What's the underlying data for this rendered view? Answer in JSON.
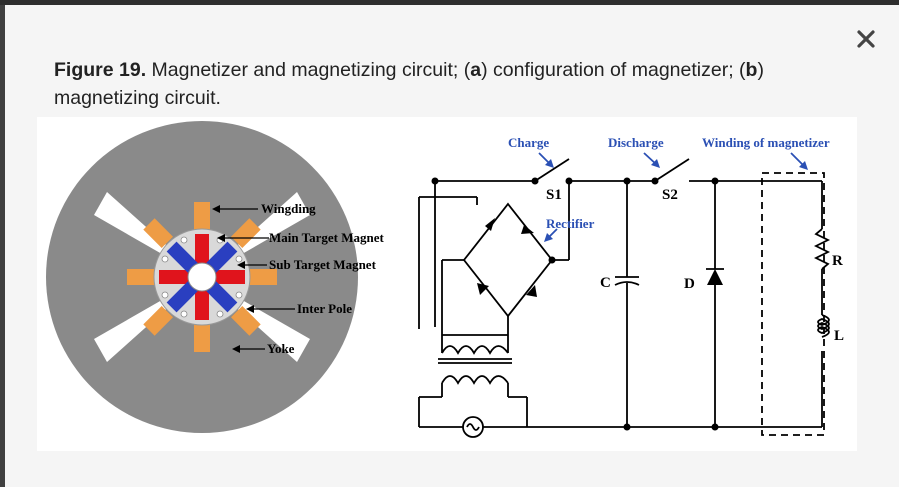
{
  "modal": {
    "close_icon": "close-icon"
  },
  "caption": {
    "figure_number": "Figure 19.",
    "text_1": " Magnetizer and magnetizing circuit; (",
    "a": "a",
    "text_2": ") configuration of magnetizer; (",
    "b": "b",
    "text_3": ") magnetizing circuit."
  },
  "figure": {
    "magnetizer_labels": {
      "wingding": "Wingding",
      "main_target_magnet": "Main Target Magnet",
      "sub_target_magnet": "Sub Target Magnet",
      "inter_pole": "Inter Pole",
      "yoke": "Yoke"
    },
    "circuit_labels": {
      "charge": "Charge",
      "discharge": "Discharge",
      "winding_of_magnetizer": "Winding of magnetizer",
      "s1": "S1",
      "s2": "S2",
      "rectifier": "Rectifier",
      "c": "C",
      "d": "D",
      "r": "R",
      "l": "L"
    }
  },
  "colors": {
    "yoke_gray": "#8a8a8a",
    "magnet_red": "#e0141c",
    "magnet_blue": "#2a3fc0",
    "winding_orange": "#ee9c45",
    "annotation_blue": "#2b50b4"
  }
}
